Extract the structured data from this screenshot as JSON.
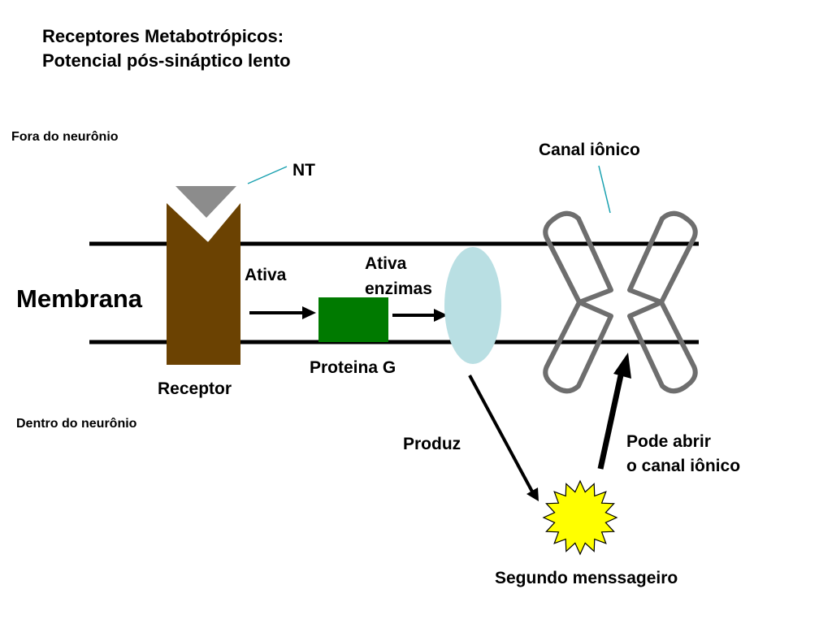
{
  "title": {
    "line1": "Receptores Metabotrópicos:",
    "line2": "Potencial pós-sináptico lento"
  },
  "regions": {
    "outside": "Fora do neurônio",
    "inside": "Dentro do neurônio",
    "membrane": "Membrana"
  },
  "labels": {
    "nt": "NT",
    "receptor": "Receptor",
    "ativa": "Ativa",
    "proteina_g": "Proteina G",
    "ativa_enzimas_1": "Ativa",
    "ativa_enzimas_2": "enzimas",
    "canal_ionico": "Canal iônico",
    "produz": "Produz",
    "pode_abrir_1": "Pode abrir",
    "pode_abrir_2": "o canal iônico",
    "segundo_mensageiro": "Segundo menssageiro"
  },
  "colors": {
    "receptor": "#6b4202",
    "neurotransmitter": "#8c8c8c",
    "g_protein": "#007a00",
    "enzyme": "#b9dfe3",
    "channel": "#6e6e6e",
    "second_messenger": "#ffff00",
    "leader_line": "#1aa1b0",
    "membrane": "#000000"
  }
}
